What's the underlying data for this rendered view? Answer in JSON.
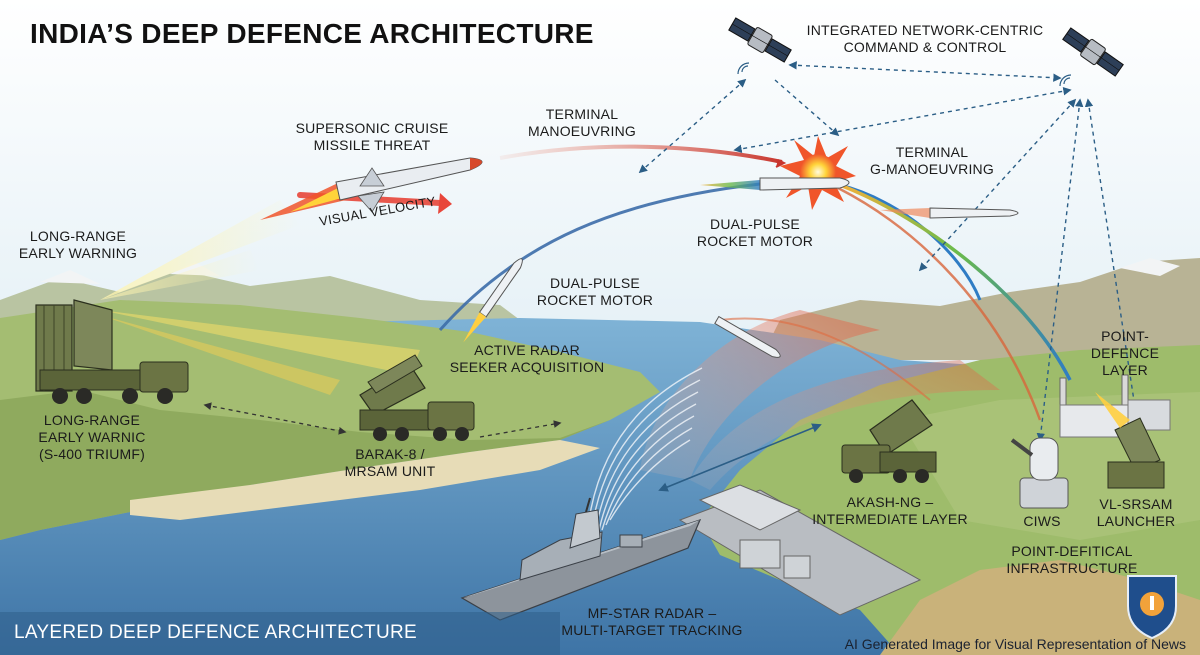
{
  "title": "INDIA’S DEEP DEFENCE ARCHITECTURE",
  "labels": {
    "network": "INTEGRATED NETWORK-CENTRIC\nCOMMAND & CONTROL",
    "cruise_threat": "SUPERSONIC CRUISE\nMISSILE THREAT",
    "visual_velocity": "VISUAL VELOCITY",
    "terminal_manoeuvring": "TERMINAL\nMANOEUVRING",
    "terminal_g": "TERMINAL\nG-MANOEUVRING",
    "dual_pulse_top": "DUAL-PULSE\nROCKET MOTOR",
    "dual_pulse_mid": "DUAL-PULSE\nROCKET MOTOR",
    "long_range_top": "LONG-RANGE\nEARLY WARNING",
    "active_radar": "ACTIVE RADAR\nSEEKER ACQUISITION",
    "long_range_bottom": "LONG-RANGE\nEARLY WARNIC\n(S-400 TRIUMF)",
    "barak": "BARAK-8 /\nMRSAM UNIT",
    "point_defence_layer": "POINT-DEFENCE\nLAYER",
    "akash": "AKASH-NG –\nINTERMEDIATE LAYER",
    "ciws": "CIWS",
    "vl_srsam": "VL-SRSAM\nLAUNCHER",
    "point_infra": "POINT-DEFITICAL\nINFRASTRUCTURE",
    "mf_star": "MF-STAR RADAR –\nMULTI-TARGET TRACKING"
  },
  "footer": "LAYERED DEEP DEFENCE ARCHITECTURE",
  "credit": "AI Generated Image for Visual Representation of News",
  "icons": [
    "satellite-icon",
    "antenna-icon",
    "shield-logo-icon"
  ],
  "colors": {
    "sea": "#4f86b5",
    "land": "#a4bd72",
    "sky": "#cfe6f1",
    "threat_trail": "#c8352d",
    "datalink": "#2b5e86"
  }
}
